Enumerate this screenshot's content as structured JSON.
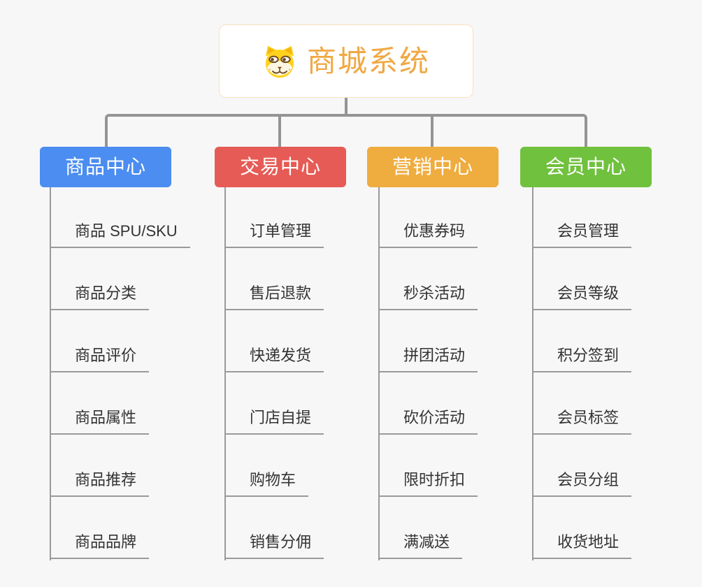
{
  "root": {
    "title": "商城系统",
    "icon": "dog-face-icon",
    "title_color": "#f0a843",
    "border_color": "#f2c174"
  },
  "connector_color": "#949494",
  "branches": [
    {
      "id": "product-center",
      "label": "商品中心",
      "color": "#4b8df0",
      "children": [
        "商品 SPU/SKU",
        "商品分类",
        "商品评价",
        "商品属性",
        "商品推荐",
        "商品品牌"
      ]
    },
    {
      "id": "trade-center",
      "label": "交易中心",
      "color": "#e65b55",
      "children": [
        "订单管理",
        "售后退款",
        "快递发货",
        "门店自提",
        "购物车",
        "销售分佣"
      ]
    },
    {
      "id": "marketing-center",
      "label": "营销中心",
      "color": "#efac3f",
      "children": [
        "优惠券码",
        "秒杀活动",
        "拼团活动",
        "砍价活动",
        "限时折扣",
        "满减送"
      ]
    },
    {
      "id": "member-center",
      "label": "会员中心",
      "color": "#70c13e",
      "children": [
        "会员管理",
        "会员等级",
        "积分签到",
        "会员标签",
        "会员分组",
        "收货地址"
      ]
    }
  ]
}
